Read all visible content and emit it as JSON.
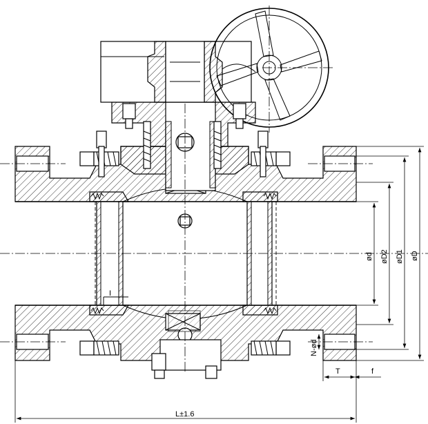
{
  "labels": {
    "L": "L±1.6",
    "T": "T",
    "f": "f",
    "d": "ød",
    "D2": "øD2",
    "D1": "øD1",
    "D": "øD",
    "N": "N-ød",
    "detail": "I"
  }
}
